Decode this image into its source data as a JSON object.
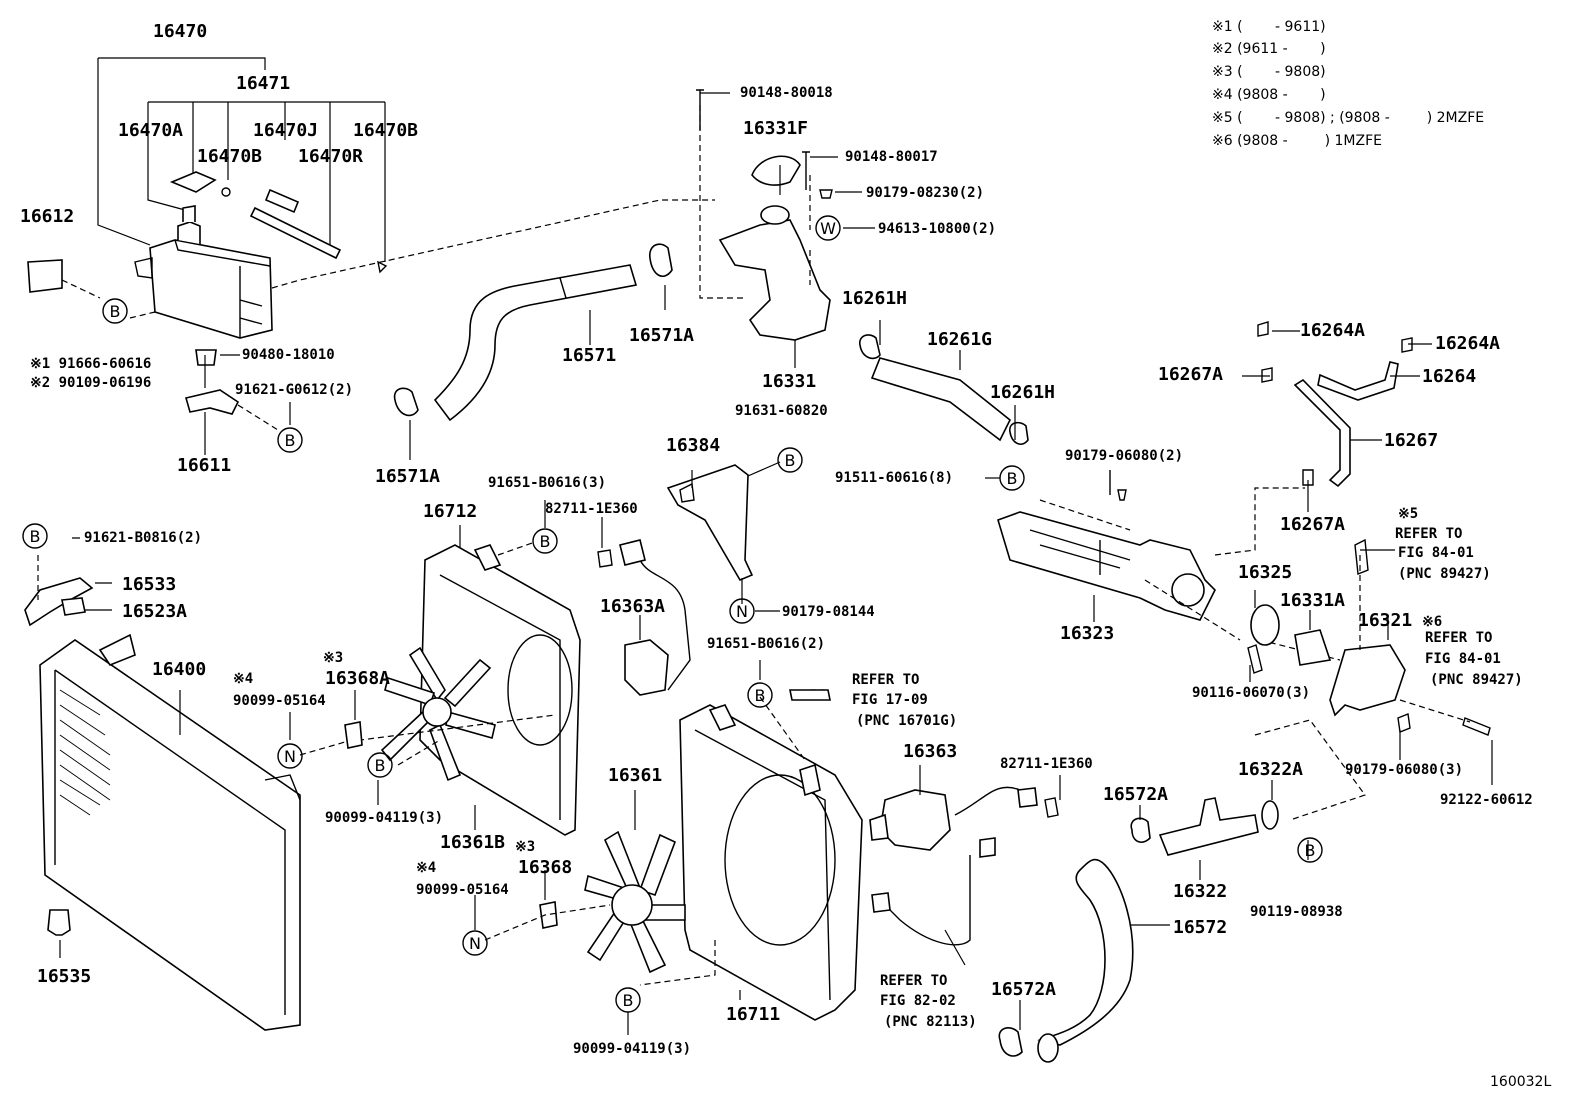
{
  "diagram_id": "160032L",
  "legend": [
    "※1 (　　 - 9611)",
    "※2 (9611 - 　　)",
    "※3 (　　 - 9808)",
    "※4 (9808 - 　　)",
    "※5 (　　 - 9808) ; (9808 - 　　 ) 2MZFE",
    "※6 (9808 - 　　 ) 1MZFE"
  ],
  "callout_letters": {
    "B": "B",
    "N": "N",
    "W": "W"
  },
  "labels": {
    "p16470": "16470",
    "p16471": "16471",
    "p16470A": "16470A",
    "p16470J": "16470J",
    "p16470B_top": "16470B",
    "p16470B_mid": "16470B",
    "p16470R": "16470R",
    "p16612": "16612",
    "p16611": "16611",
    "p90480": "90480-18010",
    "p91666": "※1 91666-60616",
    "p90109": "※2 90109-06196",
    "p91621g": "91621-G0612(2)",
    "p16571": "16571",
    "p16571A_top": "16571A",
    "p16571A_bot": "16571A",
    "p90148_18": "90148-80018",
    "p90148_17": "90148-80017",
    "p16331F": "16331F",
    "p90179_08230": "90179-08230(2)",
    "p94613": "94613-10800(2)",
    "p16331": "16331",
    "p16261H_top": "16261H",
    "p16261H_bot": "16261H",
    "p16261G": "16261G",
    "p16264A_left": "16264A",
    "p16264A_right": "16264A",
    "p16264": "16264",
    "p16267A_top": "16267A",
    "p16267A_bot": "16267A",
    "p16267": "16267",
    "p91631": "91631-60820",
    "p16384": "16384",
    "p91651_top": "91651-B0616(3)",
    "p82711_top": "82711-1E360",
    "p16712": "16712",
    "p91621b": "91621-B0816(2)",
    "p16533": "16533",
    "p16523A": "16523A",
    "p16400": "16400",
    "p16535": "16535",
    "p16363A": "16363A",
    "p90179_08144": "90179-08144",
    "p91651_bot": "91651-B0616(2)",
    "p91511": "91511-60616(8)",
    "p90179_06080_top": "90179-06080(2)",
    "p16323": "16323",
    "p16325": "16325",
    "p16331A": "16331A",
    "p16321": "16321",
    "p16321_note": "※6",
    "p90116": "90116-06070(3)",
    "p90179_06080_bot": "90179-06080(3)",
    "p92122": "92122-60612",
    "p16322A": "16322A",
    "p16572A_top": "16572A",
    "p16572A_bot": "16572A",
    "p16322": "16322",
    "p90119": "90119-08938",
    "p16572": "16572",
    "p16368A": "16368A",
    "p16368A_note": "※3",
    "p90099_05164_top": "90099-05164",
    "p90099_05164_top_note": "※4",
    "p90099_04119_top": "90099-04119(3)",
    "p16361B": "16361B",
    "p16368": "16368",
    "p16368_note": "※3",
    "p90099_05164_bot": "90099-05164",
    "p90099_05164_bot_note": "※4",
    "p90099_04119_bot": "90099-04119(3)",
    "p16361": "16361",
    "p16711": "16711",
    "p16363": "16363",
    "p82711_bot": "82711-1E360"
  },
  "references": {
    "ref5": [
      "※5",
      "REFER TO",
      "FIG 84-01",
      "(PNC 89427)"
    ],
    "ref6": [
      "REFER TO",
      "FIG 84-01",
      "(PNC 89427)"
    ],
    "ref17": [
      "REFER TO",
      "FIG 17-09",
      "(PNC 16701G)"
    ],
    "ref82": [
      "REFER TO",
      "FIG 82-02",
      "(PNC 82113)"
    ]
  }
}
